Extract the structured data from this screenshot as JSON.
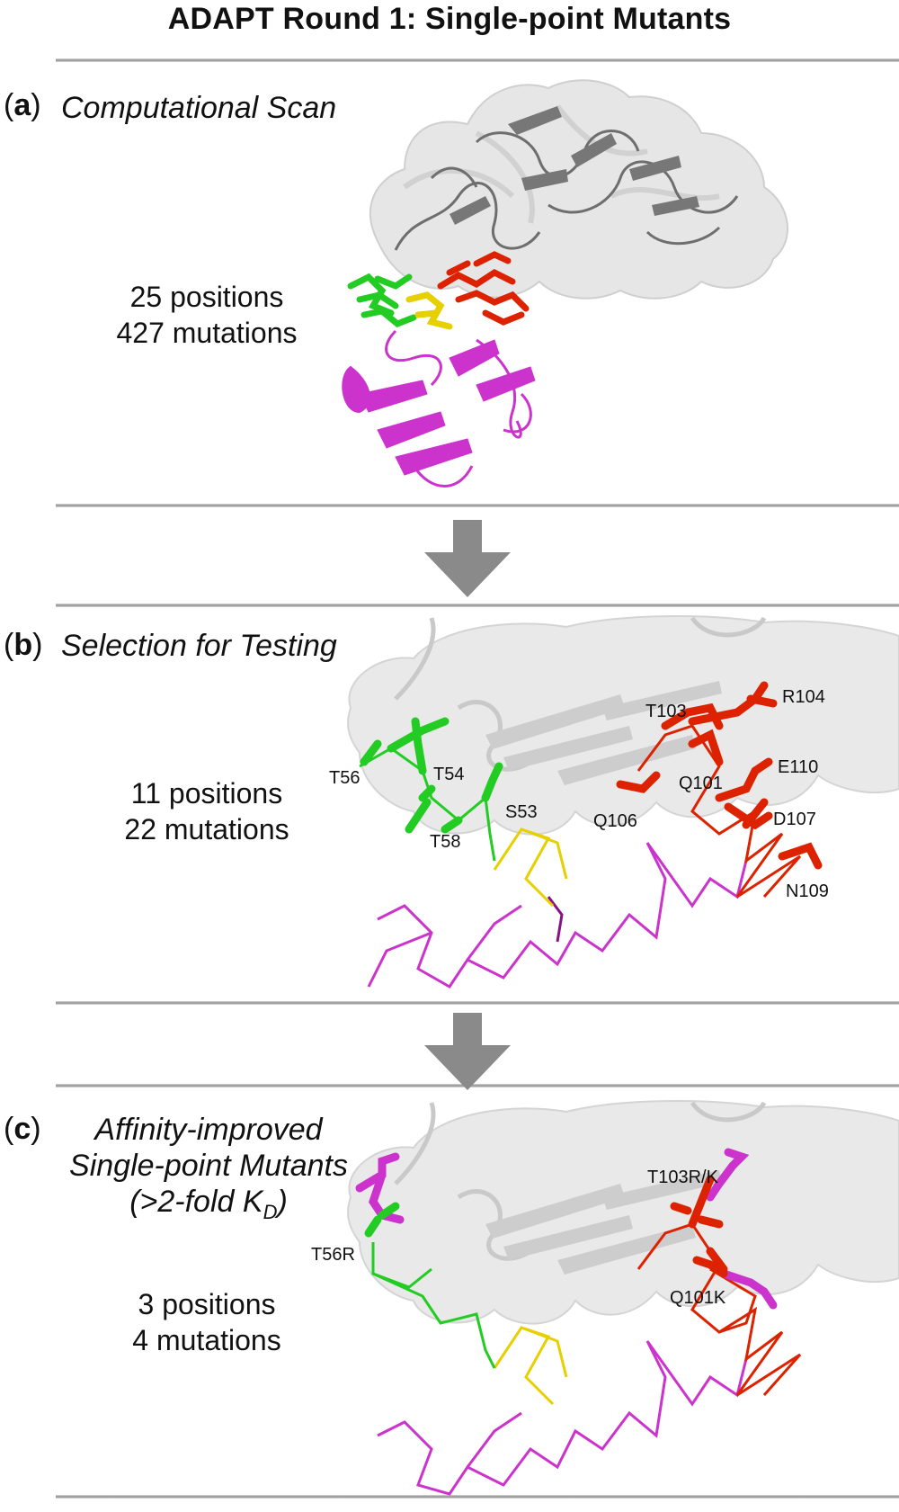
{
  "title": "ADAPT Round 1: Single-point Mutants",
  "panels": [
    {
      "letter": "a",
      "title_lines": [
        "Computational Scan"
      ],
      "counts": [
        "25 positions",
        "427 mutations"
      ]
    },
    {
      "letter": "b",
      "title_lines": [
        "Selection for Testing"
      ],
      "counts": [
        "11 positions",
        "22 mutations"
      ],
      "residue_labels": [
        "T56",
        "T54",
        "S53",
        "T58",
        "T103",
        "R104",
        "Q101",
        "E110",
        "Q106",
        "D107",
        "N109"
      ]
    },
    {
      "letter": "c",
      "title_lines": [
        "Affinity-improved",
        "Single-point Mutants"
      ],
      "kd_note": {
        "prefix": "(>2-fold K",
        "subscript": "D",
        "suffix": ")"
      },
      "counts": [
        "3 positions",
        "4 mutations"
      ],
      "residue_labels": [
        "T56R",
        "T103R/K",
        "Q101K"
      ]
    }
  ],
  "colors": {
    "green": "#22cc22",
    "yellow": "#e6d000",
    "red": "#dd2200",
    "magenta": "#cc33cc",
    "gray_surface": "#e4e4e4",
    "arrow": "#8a8a8a"
  }
}
